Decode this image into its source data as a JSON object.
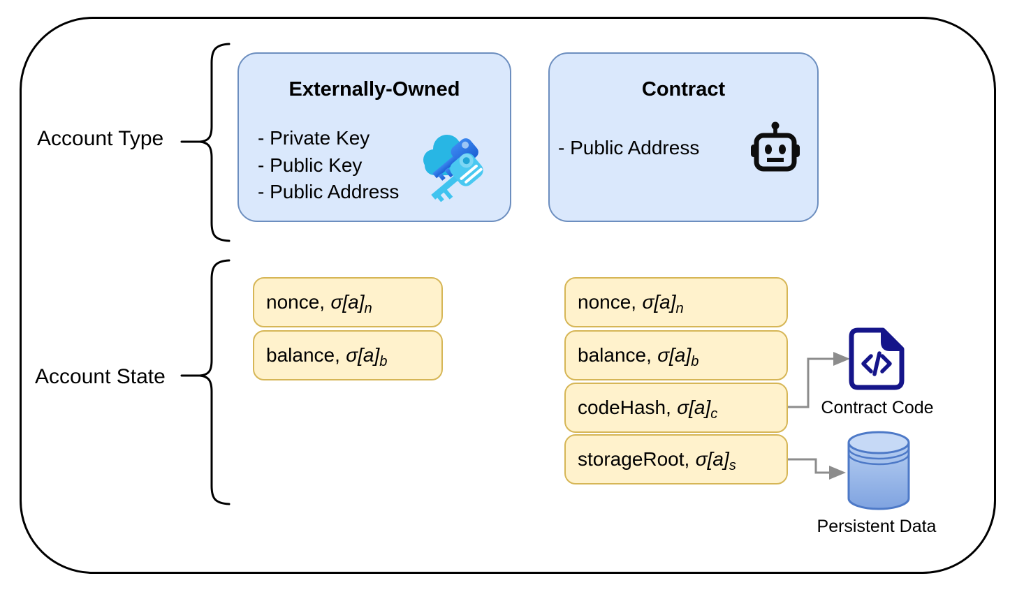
{
  "colors": {
    "blue_fill": "#dae8fc",
    "blue_stroke": "#6c8ebf",
    "yellow_fill": "#fff2cc",
    "yellow_stroke": "#d6b656",
    "arrow_gray": "#8c8c8c",
    "navy": "#15158a",
    "cylinder_stroke": "#4d79c7",
    "outline_black": "#000000"
  },
  "account_type": {
    "label": "Account Type",
    "eoa": {
      "title": "Externally-Owned",
      "items": [
        "- Private Key",
        "- Public Key",
        "- Public Address"
      ],
      "icon": "keys-icon"
    },
    "contract": {
      "title": "Contract",
      "items": [
        "- Public Address"
      ],
      "icon": "robot-icon"
    }
  },
  "account_state": {
    "label": "Account State",
    "eoa_rows": [
      {
        "name": "nonce,",
        "sigma": "σ[a]",
        "sub": "n"
      },
      {
        "name": "balance,",
        "sigma": "σ[a]",
        "sub": "b"
      }
    ],
    "contract_rows": [
      {
        "name": "nonce,",
        "sigma": "σ[a]",
        "sub": "n"
      },
      {
        "name": "balance,",
        "sigma": "σ[a]",
        "sub": "b"
      },
      {
        "name": "codeHash,",
        "sigma": "σ[a]",
        "sub": "c"
      },
      {
        "name": "storageRoot,",
        "sigma": "σ[a]",
        "sub": "s"
      }
    ]
  },
  "annotations": {
    "contract_code": "Contract Code",
    "persistent_data": "Persistent Data",
    "contract_code_icon": "code-document-icon",
    "persistent_data_icon": "database-icon"
  }
}
